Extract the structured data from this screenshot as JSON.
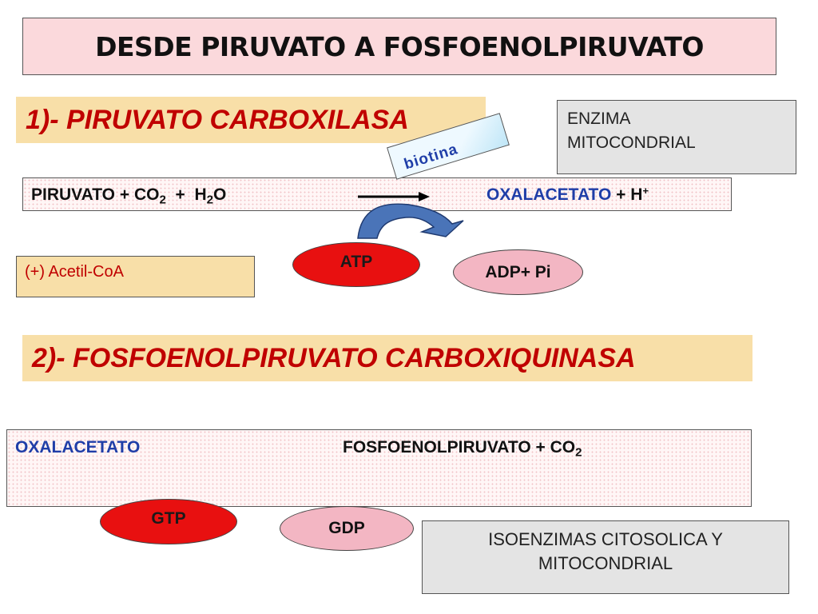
{
  "title": "DESDE PIRUVATO A FOSFOENOLPIRUVATO",
  "step1": {
    "label": "1)- PIRUVATO CARBOXILASA",
    "cofactor": "biotina",
    "location": [
      "ENZIMA",
      "MITOCONDRIAL"
    ],
    "reaction": {
      "sub_a": "PIRUVATO + CO",
      "sub_a_index": "2",
      "plus": "  +  H",
      "sub_b_index": "2",
      "sub_b_tail": "O",
      "product": "OXALACETATO",
      "product_tail": " + H",
      "product_charge": "+"
    },
    "activator": "(+) Acetil-CoA",
    "energy_in": "ATP",
    "energy_out": "ADP+ Pi"
  },
  "step2": {
    "label": "2)- FOSFOENOLPIRUVATO CARBOXIQUINASA",
    "reaction": {
      "substrate": "OXALACETATO",
      "product": "FOSFOENOLPIRUVATO + CO",
      "product_index": "2"
    },
    "energy_in": "GTP",
    "energy_out": "GDP",
    "location": "ISOENZIMAS CITOSOLICA Y MITOCONDRIAL"
  },
  "colors": {
    "title_bg": "#fbd9dc",
    "band_bg": "#f8dfa8",
    "step_text": "#c00000",
    "product_blue": "#1f3ea8",
    "arrow_fill": "#4a74b8",
    "atp_red": "#e81010",
    "adp_pink": "#f3b6c3"
  }
}
